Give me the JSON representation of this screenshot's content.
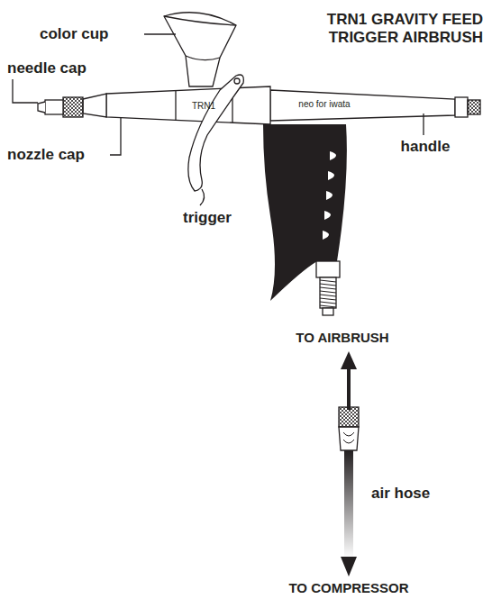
{
  "diagram": {
    "title": "TRN1 GRAVITY FEED TRIGGER AIRBRUSH",
    "labels": [
      "color cup",
      "needle cap",
      "nozzle cap",
      "TRN1",
      "neo for iwata",
      "handle",
      "trigger",
      "TO AIRBRUSH",
      "air hose",
      "TO COMPRESSOR"
    ]
  }
}
